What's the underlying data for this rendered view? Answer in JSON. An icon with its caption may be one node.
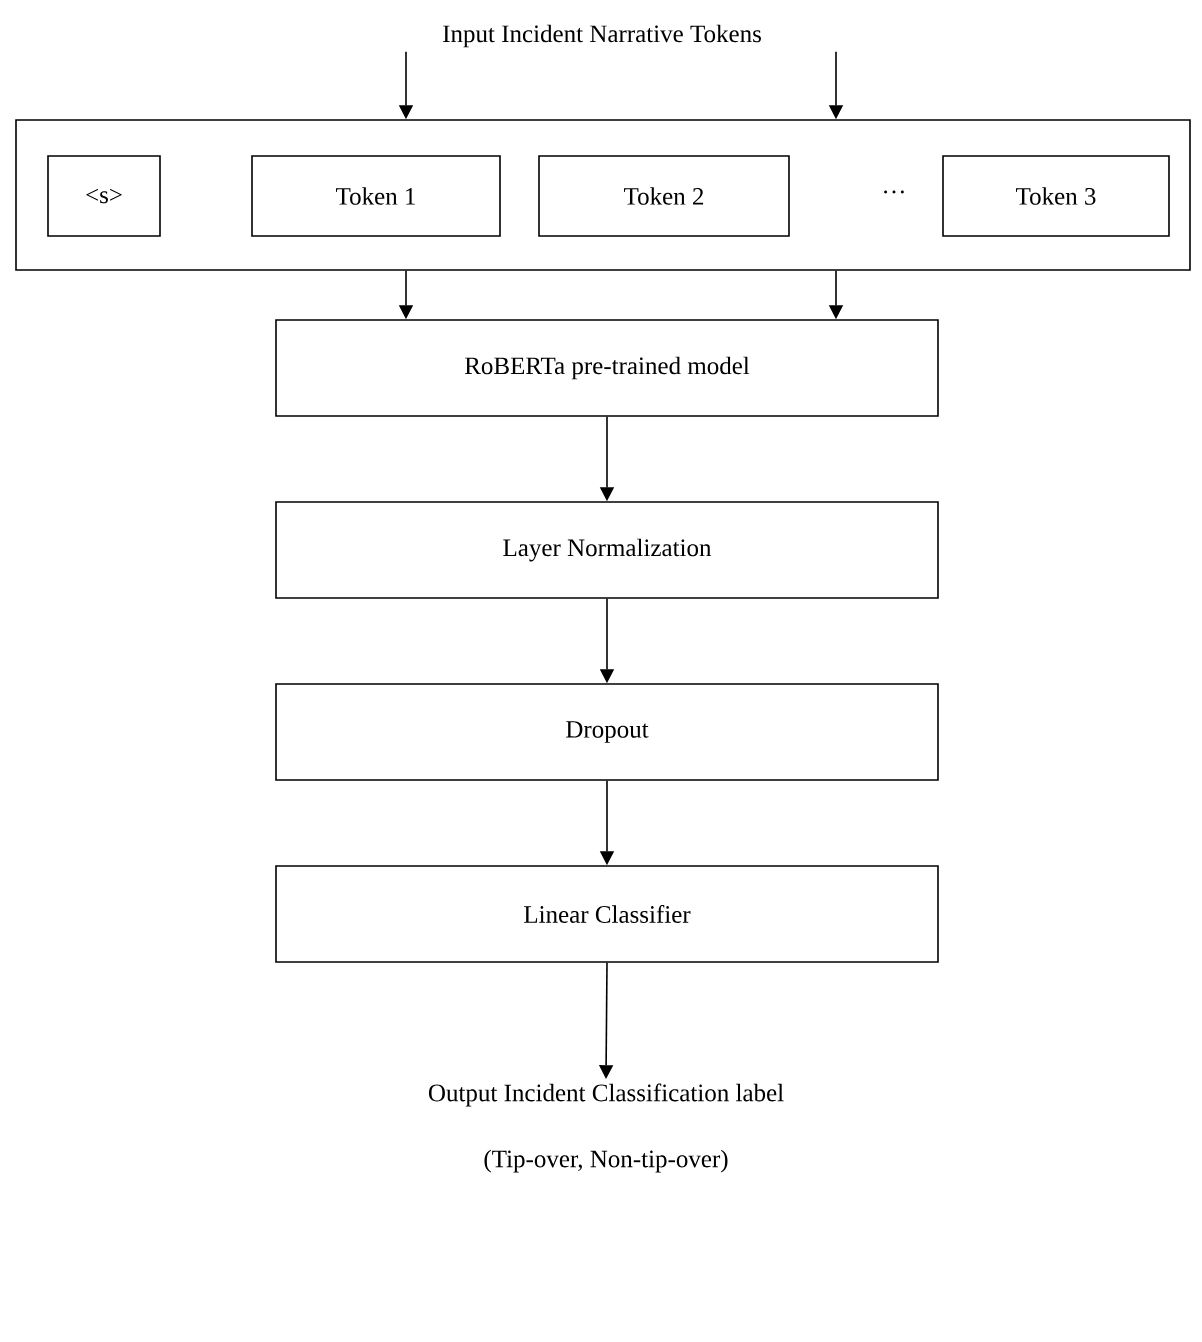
{
  "diagram": {
    "nodes": [
      {
        "text": [
          "Input Incident Narrative Tokens"
        ]
      },
      {
        "text": [],
        "shape": "box"
      },
      {
        "text": [
          "<s>"
        ],
        "in": 1
      },
      {
        "text": [
          "Token 1"
        ],
        "in": 1
      },
      {
        "text": [
          "Token 2"
        ],
        "in": 1
      },
      {
        "text": [
          "Token 3"
        ],
        "in": 1
      },
      {
        "text": [
          "RoBERTa pre-trained model"
        ]
      },
      {
        "text": [
          "Layer Normalization"
        ]
      },
      {
        "text": [
          "Dropout"
        ]
      },
      {
        "text": [
          "Linear Classifier"
        ]
      },
      {
        "text": [
          "Output Incident Classification label",
          "(Tip-over, Non-tip-over)"
        ]
      }
    ],
    "edges": [
      {
        "from": 0,
        "to": 1,
        "arrow": "to"
      },
      {
        "from": 0,
        "to": 1,
        "arrow": "to"
      },
      {
        "from": 1,
        "to": 6,
        "arrow": "to"
      },
      {
        "from": 1,
        "to": 6,
        "arrow": "to"
      },
      {
        "from": 6,
        "to": 7,
        "arrow": "to"
      },
      {
        "from": 7,
        "to": 8,
        "arrow": "to"
      },
      {
        "from": 8,
        "to": 9,
        "arrow": "to"
      },
      {
        "from": 9,
        "to": 10,
        "arrow": "to"
      }
    ],
    "labels": [
      "…"
    ]
  }
}
